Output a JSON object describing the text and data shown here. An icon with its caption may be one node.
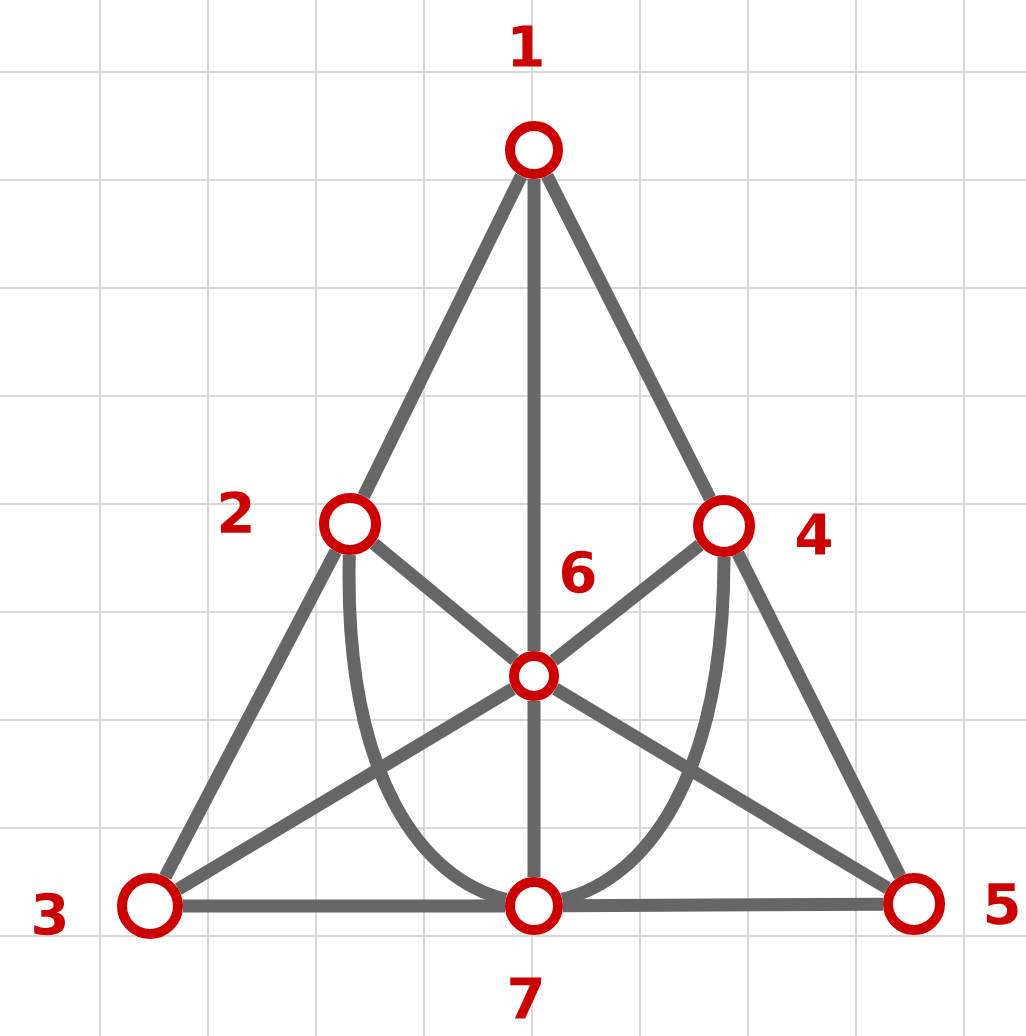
{
  "diagram": {
    "nodes": [
      {
        "text": [],
        "shape": "circle",
        "beside": [
          "1"
        ]
      },
      {
        "text": [],
        "shape": "circle",
        "beside": [
          "2"
        ]
      },
      {
        "text": [],
        "shape": "circle",
        "beside": [
          "4"
        ]
      },
      {
        "text": [],
        "shape": "circle",
        "beside": [
          "6"
        ]
      },
      {
        "text": [],
        "shape": "circle",
        "beside": [
          "3"
        ]
      },
      {
        "text": [],
        "shape": "circle",
        "beside": [
          "7"
        ]
      },
      {
        "text": [],
        "shape": "circle",
        "beside": [
          "5"
        ]
      }
    ],
    "edges": [
      {
        "from": 0,
        "to": 1,
        "arrow": "none"
      },
      {
        "from": 1,
        "to": 4,
        "arrow": "none"
      },
      {
        "from": 0,
        "to": 3,
        "arrow": "none"
      },
      {
        "from": 3,
        "to": 5,
        "arrow": "none"
      },
      {
        "from": 0,
        "to": 2,
        "arrow": "none"
      },
      {
        "from": 2,
        "to": 6,
        "arrow": "none"
      },
      {
        "from": 4,
        "to": 5,
        "arrow": "none"
      },
      {
        "from": 5,
        "to": 6,
        "arrow": "none"
      },
      {
        "from": 1,
        "to": 3,
        "arrow": "none"
      },
      {
        "from": 3,
        "to": 6,
        "arrow": "none"
      },
      {
        "from": 2,
        "to": 3,
        "arrow": "none"
      },
      {
        "from": 3,
        "to": 4,
        "arrow": "none"
      },
      {
        "from": 1,
        "to": 5,
        "arrow": "none"
      },
      {
        "from": 2,
        "to": 5,
        "arrow": "none"
      }
    ]
  }
}
